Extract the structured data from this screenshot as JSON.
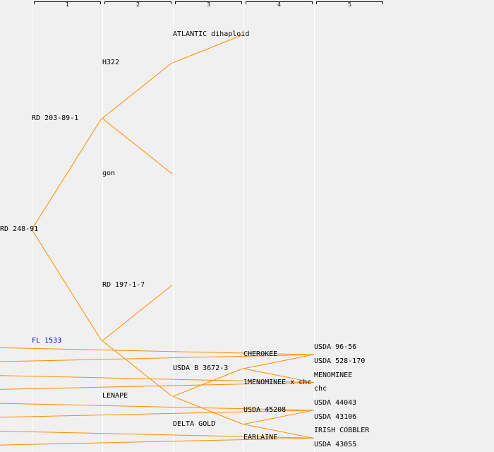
{
  "colors": {
    "background": "#f0f0f0",
    "link": "#ff8c00",
    "label": "#000000",
    "highlight": "#0000cc",
    "column_line": "#ffffff"
  },
  "generations": [
    {
      "label": "1"
    },
    {
      "label": "2"
    },
    {
      "label": "3"
    },
    {
      "label": "4"
    },
    {
      "label": "5"
    }
  ],
  "tree": {
    "label": "RD 248-91",
    "children": [
      {
        "label": "RD 203-89-1",
        "children": [
          {
            "label": "H322",
            "children": [
              {
                "label": "ATLANTIC dihaploid",
                "children": []
              }
            ]
          },
          {
            "label": "gon",
            "children": []
          }
        ]
      },
      {
        "label": "FL 1533",
        "highlight": true,
        "children": [
          {
            "label": "RD 197-1-7",
            "children": []
          },
          {
            "label": "LENAPE",
            "children": [
              {
                "label": "USDA B 3672-3",
                "children": [
                  {
                    "label": "CHEROKEE",
                    "children": [
                      {
                        "label": "USDA 96-56",
                        "children": []
                      },
                      {
                        "label": "USDA 528-170",
                        "children": []
                      }
                    ]
                  },
                  {
                    "label": "1MENOMINEE x chc",
                    "children": [
                      {
                        "label": "MENOMINEE",
                        "children": []
                      },
                      {
                        "label": "chc",
                        "children": []
                      }
                    ]
                  }
                ]
              },
              {
                "label": "DELTA GOLD",
                "children": [
                  {
                    "label": "USDA 45208",
                    "children": [
                      {
                        "label": "USDA 44043",
                        "children": []
                      },
                      {
                        "label": "USDA 43106",
                        "children": []
                      }
                    ]
                  },
                  {
                    "label": "EARLAINE",
                    "children": [
                      {
                        "label": "IRISH COBBLER",
                        "children": []
                      },
                      {
                        "label": "USDA 43055",
                        "children": []
                      }
                    ]
                  }
                ]
              }
            ]
          }
        ]
      }
    ]
  }
}
